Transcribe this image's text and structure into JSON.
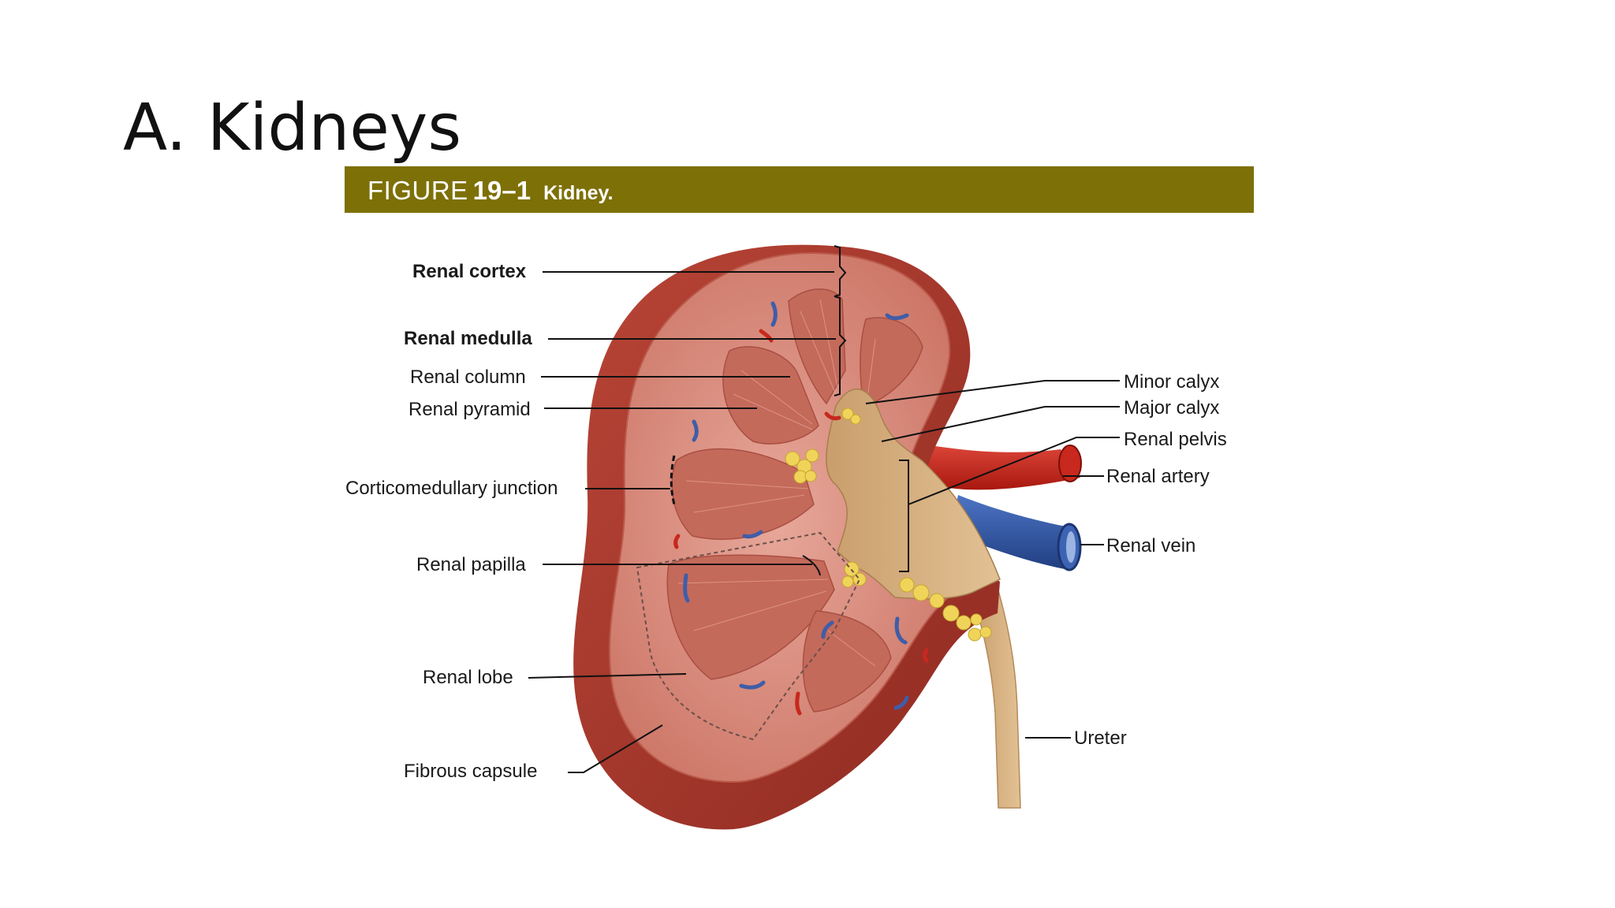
{
  "slide": {
    "title": "A. Kidneys"
  },
  "figure": {
    "label_word": "FIGURE",
    "label_number": "19–1",
    "label_name": "Kidney.",
    "bar_color": "#7d7007"
  },
  "labels": {
    "renal_cortex": "Renal cortex",
    "renal_medulla": "Renal medulla",
    "renal_column": "Renal column",
    "renal_pyramid": "Renal pyramid",
    "corticomedullary_junction": "Corticomedullary junction",
    "renal_papilla": "Renal papilla",
    "renal_lobe": "Renal lobe",
    "fibrous_capsule": "Fibrous capsule",
    "minor_calyx": "Minor calyx",
    "major_calyx": "Major calyx",
    "renal_pelvis": "Renal pelvis",
    "renal_artery": "Renal artery",
    "renal_vein": "Renal vein",
    "ureter": "Ureter"
  },
  "colors": {
    "capsule": "#a3332a",
    "cortex": "#d6877a",
    "pyramid": "#c76e60",
    "pelvis": "#d2ae7e",
    "fat": "#f0d45a",
    "artery": "#c8281d",
    "vein": "#2f55a4"
  }
}
